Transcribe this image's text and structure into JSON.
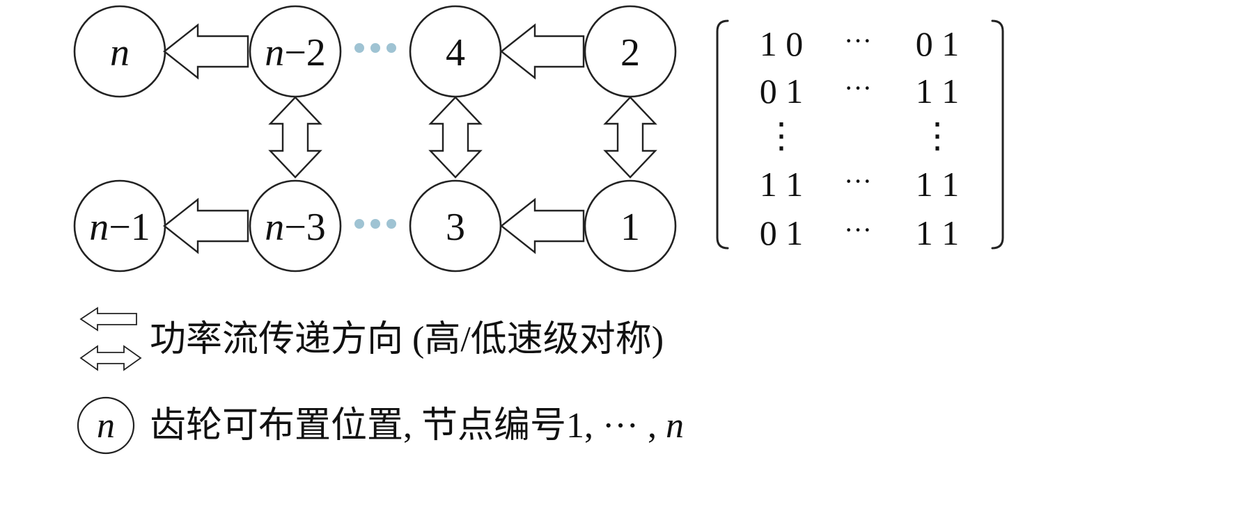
{
  "nodes": {
    "n": "n",
    "n_minus_1": "−1",
    "n_minus_2": "−2",
    "n_minus_3": "−3",
    "four": "4",
    "three": "3",
    "two": "2",
    "one": "1"
  },
  "matrix": {
    "rows": [
      [
        "1 0",
        "···",
        "0 1"
      ],
      [
        "0 1",
        "···",
        "1 1"
      ],
      [
        "⋮",
        "",
        "⋮"
      ],
      [
        "1 1",
        "···",
        "1 1"
      ],
      [
        "0 1",
        "···",
        "1 1"
      ]
    ]
  },
  "legend": {
    "arrow_text": "功率流传递方向 (高/低速级对称)",
    "node_symbol": "n",
    "node_text_prefix": "齿轮可布置位置, 节点编号1, ··· , ",
    "node_text_italic": "n"
  },
  "colors": {
    "stroke": "#222222",
    "dots": "#9fc3d3"
  }
}
